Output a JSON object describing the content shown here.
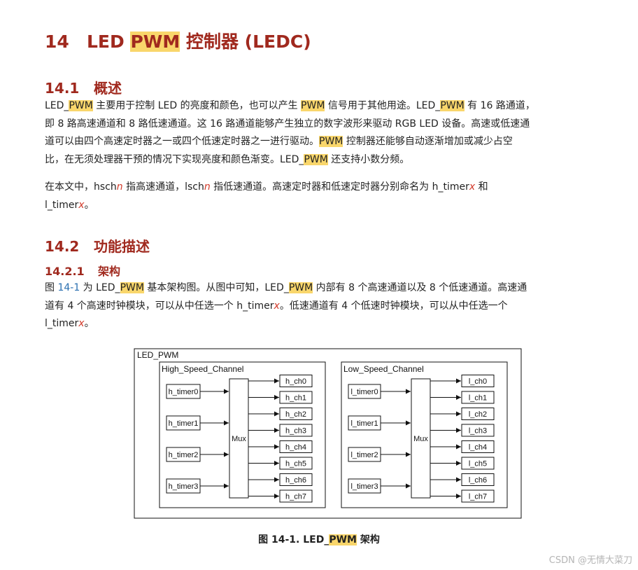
{
  "chapter": {
    "number": "14",
    "title_a": "LED ",
    "title_hl": "PWM",
    "title_b": " 控制器 (LEDC)"
  },
  "sec_overview": {
    "number": "14.1",
    "title": "概述"
  },
  "overview": {
    "l1_a": "LED_",
    "l1_b": "PWM",
    "l1_c": " 主要用于控制 LED 的亮度和颜色，也可以产生 ",
    "l1_d": "PWM",
    "l1_e": " 信号用于其他用途。LED_",
    "l1_f": "PWM",
    "l1_g": " 有 16 路通道，",
    "l2": "即 8 路高速通道和 8 路低速通道。这 16 路通道能够产生独立的数字波形来驱动 RGB LED 设备。高速或低速通",
    "l3_a": "道可以由四个高速定时器之一或四个低速定时器之一进行驱动。",
    "l3_b": "PWM",
    "l3_c": " 控制器还能够自动逐渐增加或减少占空",
    "l4_a": "比，在无须处理器干预的情况下实现亮度和颜色渐变。LED_",
    "l4_b": "PWM",
    "l4_c": " 还支持小数分频。"
  },
  "naming": {
    "l1_a": "在本文中，hsch",
    "l1_b": "n",
    "l1_c": " 指高速通道，lsch",
    "l1_d": "n",
    "l1_e": " 指低速通道。高速定时器和低速定时器分别命名为 h_timer",
    "l1_f": "x",
    "l1_g": " 和",
    "l2_a": "l_timer",
    "l2_b": "x",
    "l2_c": "。"
  },
  "sec_function": {
    "number": "14.2",
    "title": "功能描述"
  },
  "sec_arch": {
    "number": "14.2.1",
    "title": "架构"
  },
  "arch": {
    "l1_a": "图 ",
    "l1_ref": "14-1",
    "l1_b": " 为 LED_",
    "l1_c": "PWM",
    "l1_d": " 基本架构图。从图中可知，LED_",
    "l1_e": "PWM",
    "l1_f": " 内部有 8 个高速通道以及 8 个低速通道。高速通",
    "l2_a": "道有 4 个高速时钟模块，可以从中任选一个 h_timer",
    "l2_b": "x",
    "l2_c": "。低速通道有 4 个低速时钟模块，可以从中任选一个",
    "l3_a": "l_timer",
    "l3_b": "x",
    "l3_c": "。"
  },
  "diagram": {
    "outer_label": "LED_PWM",
    "high": {
      "label": "High_Speed_Channel",
      "timers": [
        "h_timer0",
        "h_timer1",
        "h_timer2",
        "h_timer3"
      ],
      "mux": "Mux",
      "channels": [
        "h_ch0",
        "h_ch1",
        "h_ch2",
        "h_ch3",
        "h_ch4",
        "h_ch5",
        "h_ch6",
        "h_ch7"
      ]
    },
    "low": {
      "label": "Low_Speed_Channel",
      "timers": [
        "l_timer0",
        "l_timer1",
        "l_timer2",
        "l_timer3"
      ],
      "mux": "Mux",
      "channels": [
        "l_ch0",
        "l_ch1",
        "l_ch2",
        "l_ch3",
        "l_ch4",
        "l_ch5",
        "l_ch6",
        "l_ch7"
      ]
    }
  },
  "caption": {
    "a": "图 14-1. LED_",
    "b": "PWM",
    "c": " 架构"
  },
  "watermark": "CSDN @无情大菜刀"
}
